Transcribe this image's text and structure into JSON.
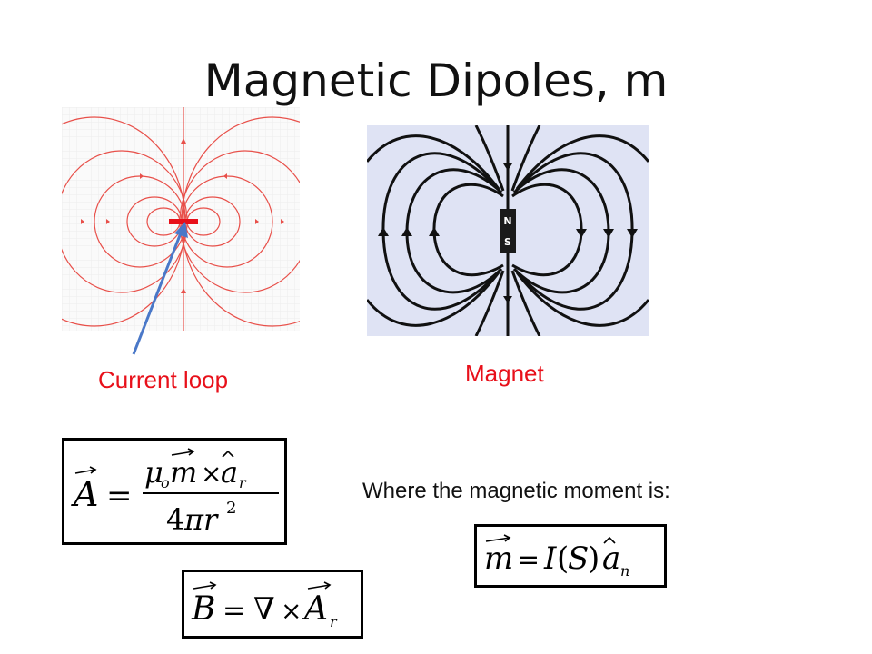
{
  "slide": {
    "title": "Magnetic Dipoles, m",
    "current_loop_label": "Current loop",
    "magnet_label": "Magnet",
    "moment_text": "Where the magnetic moment is:",
    "magnet_poles": {
      "north": "N",
      "south": "S"
    }
  },
  "colors": {
    "field_lines_loop": "#e8504a",
    "label_red": "#e8101a",
    "pointer_arrow": "#4a78c8",
    "magnet_background": "#dfe3f4",
    "magnet_body": "#1a1a1a"
  },
  "equations": {
    "vector_potential": {
      "lhs": "A",
      "numerator": "μₒm × âᵣ",
      "denominator": "4πr²"
    },
    "magnetic_field": {
      "text": "B = ∇ × Aᵣ"
    },
    "magnetic_moment": {
      "text": "m = I(S)âₙ"
    }
  }
}
